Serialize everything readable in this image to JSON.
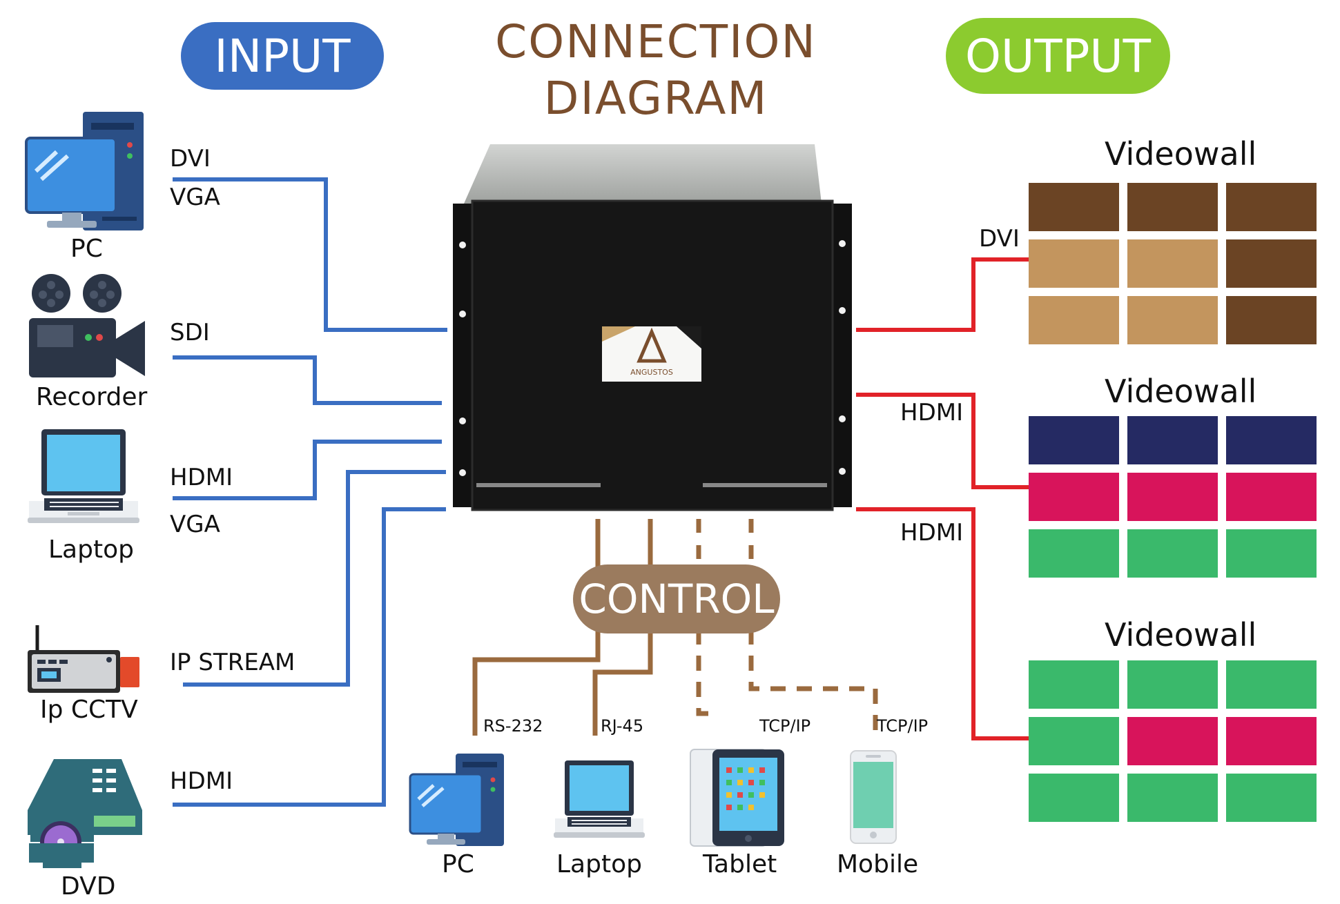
{
  "title": {
    "line1": "CONNECTION",
    "line2": "DIAGRAM"
  },
  "input_label": "INPUT",
  "output_label": "OUTPUT",
  "control_label": "CONTROL",
  "inputs": [
    {
      "device": "PC",
      "icon": "pc-icon",
      "connectors": [
        "DVI",
        "VGA"
      ]
    },
    {
      "device": "Recorder",
      "icon": "video-recorder-icon",
      "connectors": [
        "SDI"
      ]
    },
    {
      "device": "Laptop",
      "icon": "laptop-icon",
      "connectors": [
        "HDMI",
        "VGA"
      ]
    },
    {
      "device": "Ip CCTV",
      "icon": "ip-cctv-icon",
      "connectors": [
        "IP STREAM"
      ]
    },
    {
      "device": "DVD",
      "icon": "dvd-player-icon",
      "connectors": [
        "HDMI"
      ]
    }
  ],
  "outputs": [
    {
      "title": "Videowall",
      "connector": "DVI",
      "colors": [
        "#6b4424",
        "#6b4424",
        "#6b4424",
        "#c3955e",
        "#c3955e",
        "#6b4424",
        "#c3955e",
        "#c3955e",
        "#6b4424"
      ]
    },
    {
      "title": "Videowall",
      "connector": "HDMI",
      "colors": [
        "#252a63",
        "#252a63",
        "#252a63",
        "#d8145b",
        "#d8145b",
        "#d8145b",
        "#3ab96b",
        "#3ab96b",
        "#3ab96b"
      ]
    },
    {
      "title": "Videowall",
      "connector": "HDMI",
      "colors": [
        "#3ab96b",
        "#3ab96b",
        "#3ab96b",
        "#3ab96b",
        "#d8145b",
        "#d8145b",
        "#3ab96b",
        "#3ab96b",
        "#3ab96b"
      ]
    }
  ],
  "controls": [
    {
      "device": "PC",
      "icon": "pc-icon",
      "protocol": "RS-232"
    },
    {
      "device": "Laptop",
      "icon": "laptop-icon",
      "protocol": "RJ-45"
    },
    {
      "device": "Tablet",
      "icon": "tablet-icon",
      "protocol": "TCP/IP"
    },
    {
      "device": "Mobile",
      "icon": "mobile-phone-icon",
      "protocol": "TCP/IP"
    }
  ],
  "device_logo_text": "ANGUSTOS",
  "colors": {
    "input_line": "#3a6ec2",
    "output_line": "#e12228",
    "control_line": "#9a6a3e",
    "input_pill": "#3a6ec2",
    "output_pill": "#8ccb2f",
    "control_pill": "#9b7b5e",
    "title": "#7a4e2d"
  }
}
